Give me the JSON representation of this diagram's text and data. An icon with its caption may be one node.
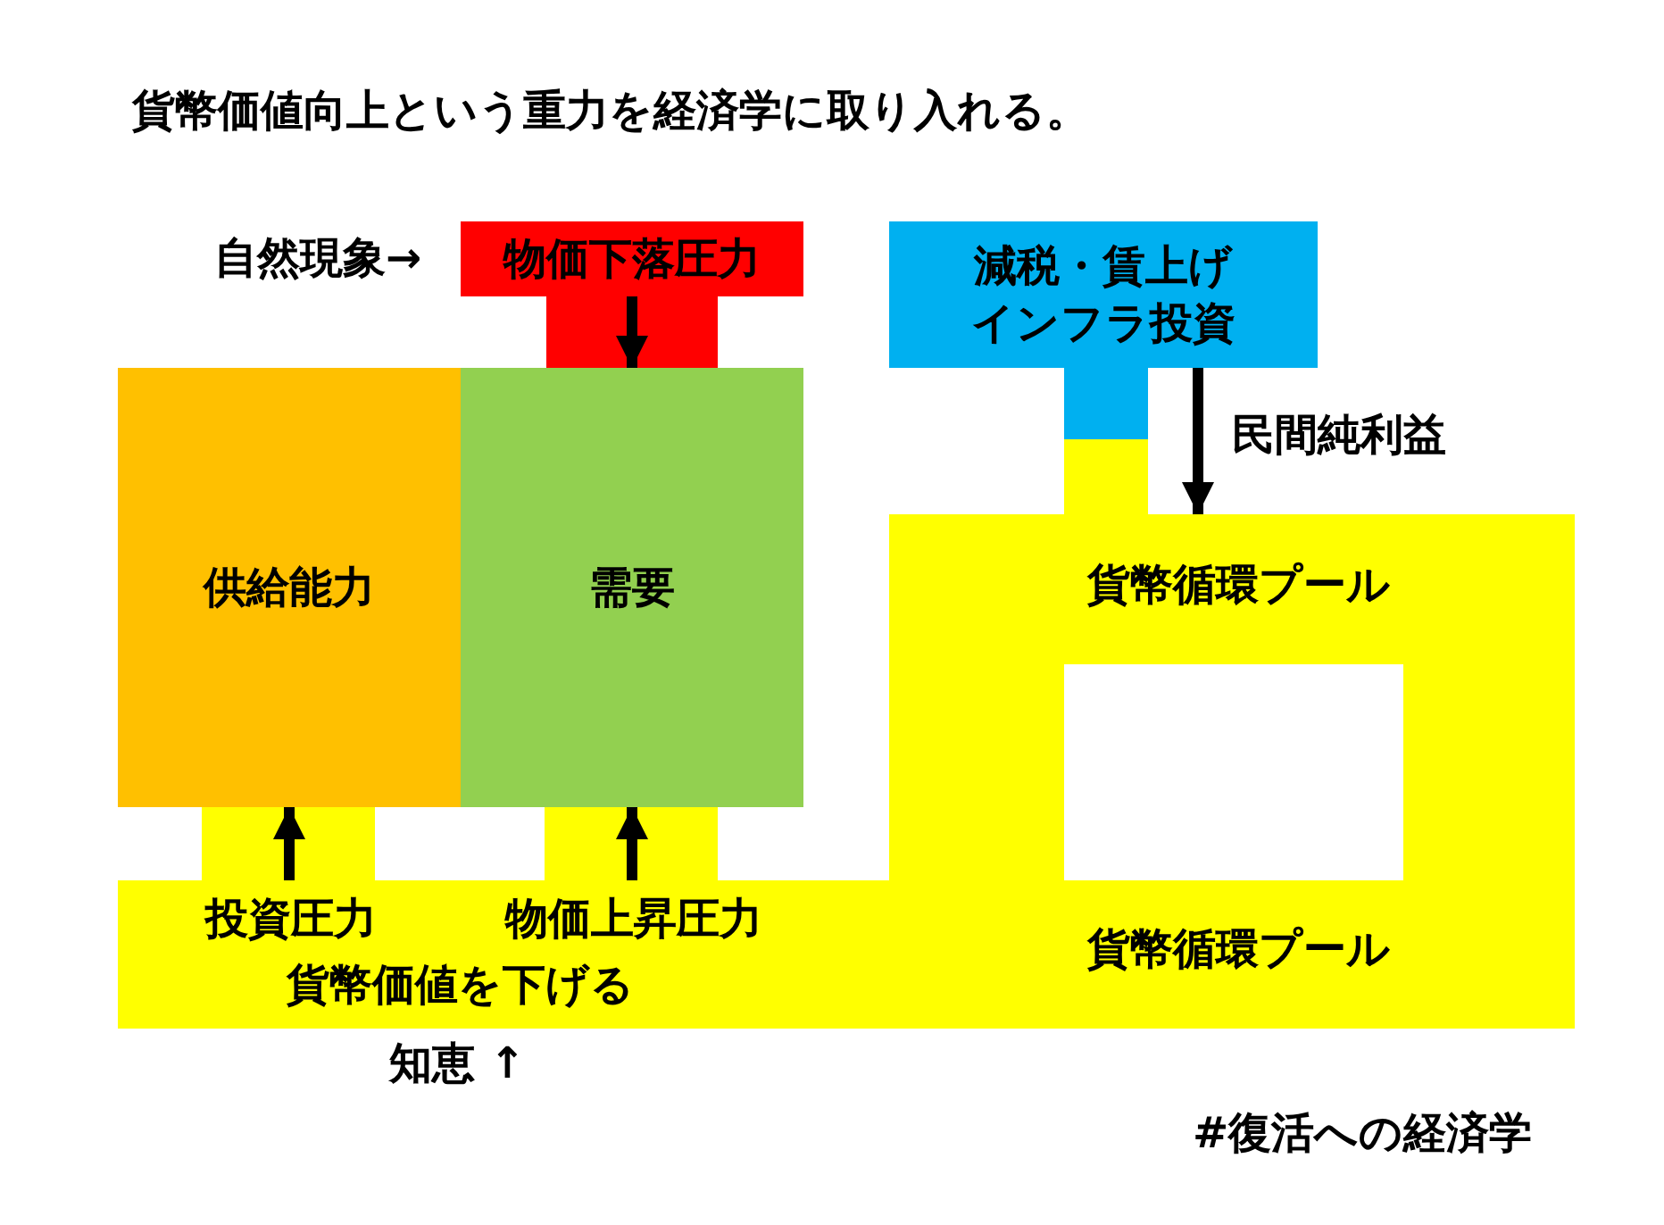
{
  "diagram": {
    "title": "貨幣価値向上という重力を経済学に取り入れる。",
    "nodes": [
      {
        "text": [
          "物価下落圧力"
        ]
      },
      {
        "text": [
          "供給能力"
        ]
      },
      {
        "text": [
          "需要"
        ]
      },
      {
        "text": [
          "減税・賃上げインフラ投資"
        ]
      },
      {
        "text": [
          "貨幣循環プール",
          "貨幣循環プール",
          "投資圧力",
          "物価上昇圧力",
          "貨幣価値を下げる"
        ]
      }
    ],
    "edges": [
      {
        "from": 0,
        "to": 2,
        "arrow": "to"
      },
      {
        "from": 4,
        "to": 1,
        "arrow": "to"
      },
      {
        "from": 4,
        "to": 2,
        "arrow": "to"
      },
      {
        "from": 3,
        "to": 4,
        "arrow": "to",
        "label": "民間純利益"
      }
    ],
    "labels": [
      "自然現象→",
      "知恵 ↑",
      "#復活への経済学"
    ]
  }
}
